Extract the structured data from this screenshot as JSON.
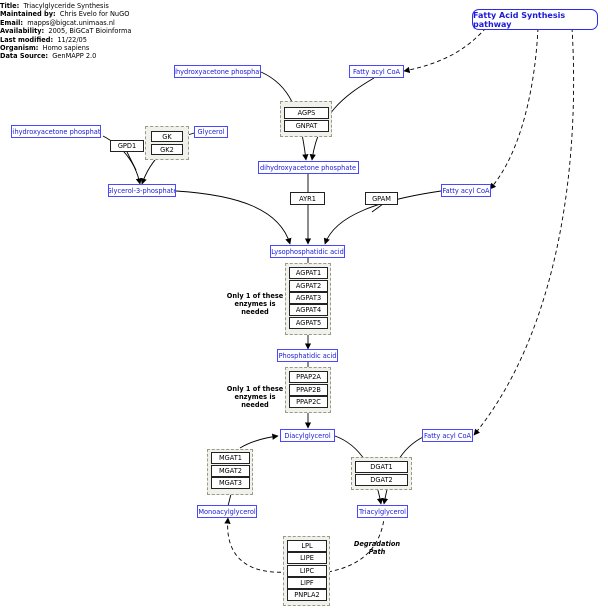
{
  "info": {
    "title_key": "Title:",
    "title": "Triacylglyceride Synthesis",
    "maintained_key": "Maintained by:",
    "maintained": "Chris Evelo for NuGO",
    "email_key": "Email:",
    "email": "mapps@bigcat.unimaas.nl",
    "availability_key": "Availability:",
    "availability": "2005, BiGCaT Bioinforma",
    "modified_key": "Last modified:",
    "modified": "11/22/05",
    "organism_key": "Organism:",
    "organism": "Homo sapiens",
    "source_key": "Data Source:",
    "source": "GenMAPP 2.0"
  },
  "pathway_link": "Fatty Acid Synthesis pathway",
  "metabolites": {
    "dhap_top": "Dihydroxyacetone phosphate",
    "facoa_top": "Fatty acyl CoA",
    "dhap_left": "Dihydroxyacetone phosphate",
    "glycerol": "Glycerol",
    "acyl_dhap": "Acyl dihydroxyacetone phosphate",
    "g3p": "Glycerol-3-phosphate",
    "facoa_mid": "Fatty acyl CoA",
    "lpa": "Lysophosphatidic acid",
    "pa": "Phosphatidic acid",
    "dag": "Diacylglycerol",
    "facoa_low": "Fatty acyl CoA",
    "mag": "Monoacylglycerol",
    "tag": "Triacylglycerol"
  },
  "genes": {
    "agps": "AGPS",
    "gnpat": "GNPAT",
    "gpd1": "GPD1",
    "gk": "GK",
    "gk2": "GK2",
    "ayr1": "AYR1",
    "gpam": "GPAM",
    "agpat1": "AGPAT1",
    "agpat2": "AGPAT2",
    "agpat3": "AGPAT3",
    "agpat4": "AGPAT4",
    "agpat5": "AGPAT5",
    "ppap2a": "PPAP2A",
    "ppap2b": "PPAP2B",
    "ppap2c": "PPAP2C",
    "mgat1": "MGAT1",
    "mgat2": "MGAT2",
    "mgat3": "MGAT3",
    "dgat1": "DGAT1",
    "dgat2": "DGAT2",
    "lpl": "LPL",
    "lipe": "LIPE",
    "lipc": "LIPC",
    "lipf": "LIPF",
    "pnpla2": "PNPLA2"
  },
  "labels": {
    "agpat_note_1": "Only 1 of these",
    "agpat_note_2": "enzymes is needed",
    "ppap_note_1": "Only 1 of these",
    "ppap_note_2": "enzymes is needed",
    "degradation_1": "Degradation",
    "degradation_2": "Path"
  }
}
